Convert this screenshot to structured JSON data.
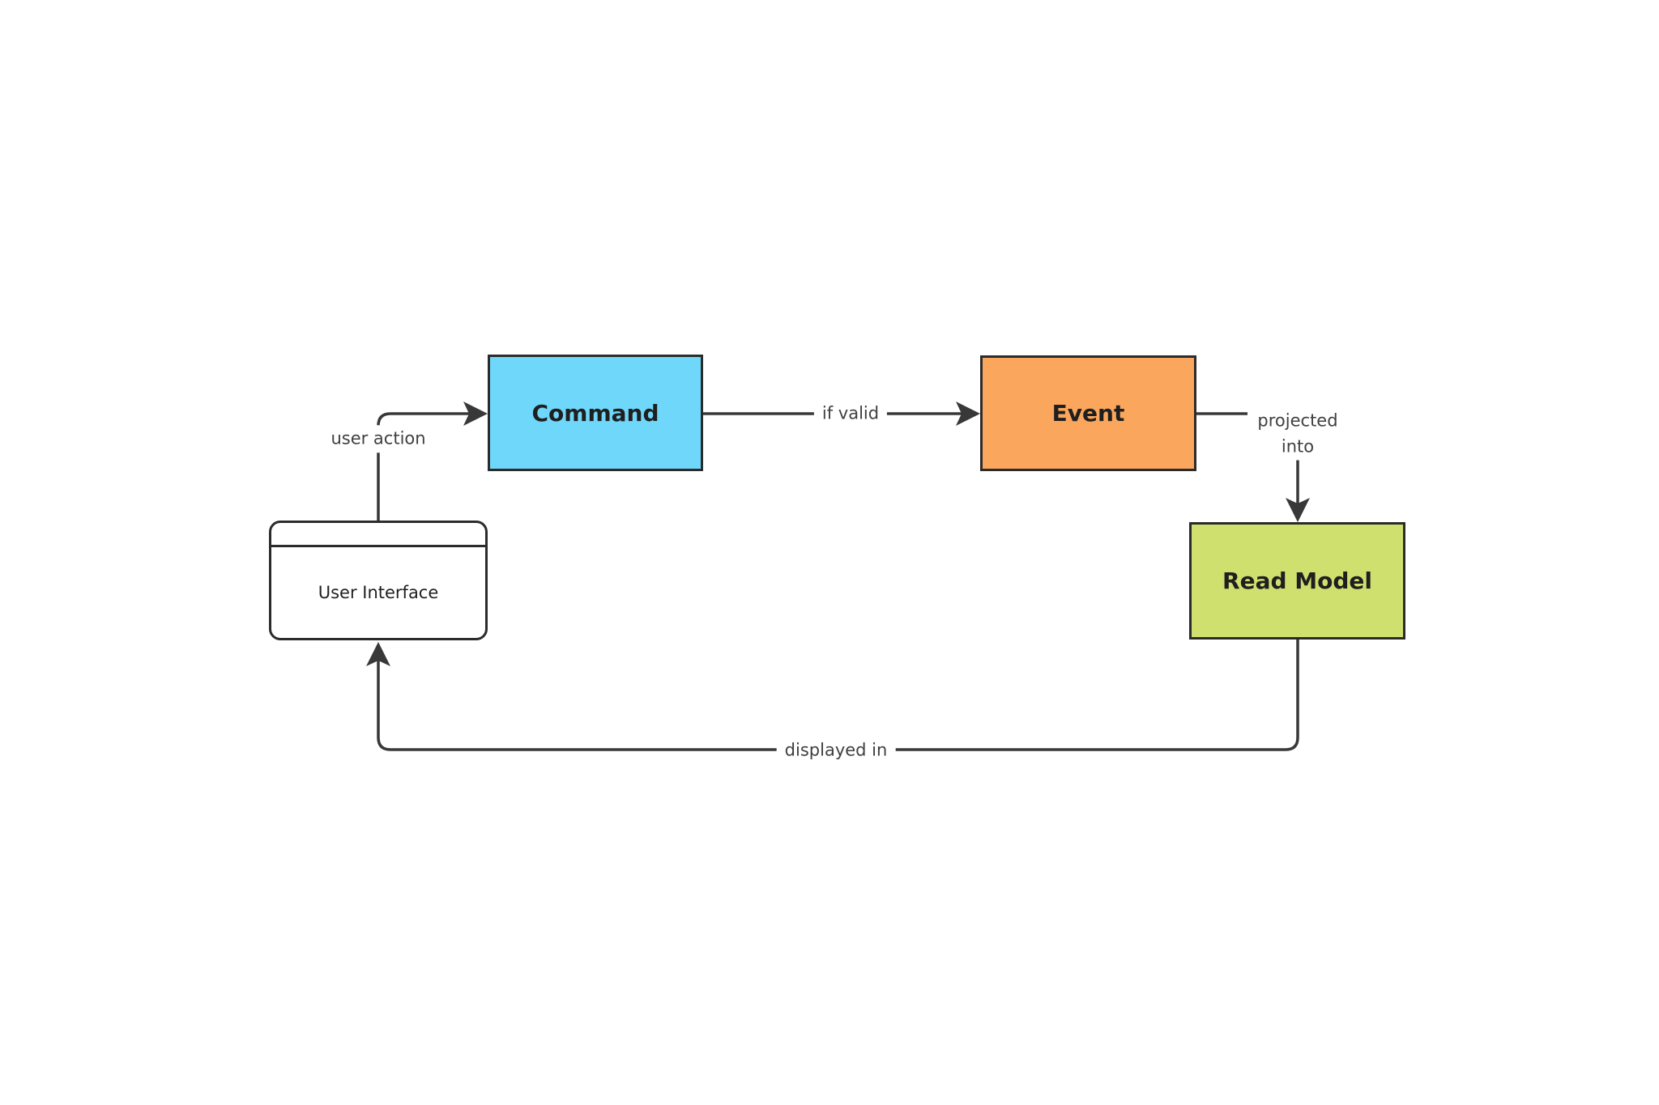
{
  "diagram": {
    "type": "flowchart",
    "nodes": [
      {
        "id": "command",
        "label": "Command",
        "shape": "rectangle"
      },
      {
        "id": "event",
        "label": "Event",
        "shape": "rectangle"
      },
      {
        "id": "read-model",
        "label": "Read Model",
        "shape": "rectangle"
      },
      {
        "id": "user-interface",
        "label": "User Interface",
        "shape": "rounded-window"
      }
    ],
    "edges": [
      {
        "from": "User Interface",
        "to": "Command",
        "label": "user action"
      },
      {
        "from": "Command",
        "to": "Event",
        "label": "if valid"
      },
      {
        "from": "Event",
        "to": "Read Model",
        "label": "projected into"
      },
      {
        "from": "Read Model",
        "to": "User Interface",
        "label": "displayed in"
      }
    ],
    "colors": {
      "background": "#ffffff",
      "edge_stroke": "#383838",
      "edge_label_text": "#404040",
      "node_border": "#2b2b2b",
      "node_text": "#1f1f1f",
      "command_fill": "#6fd7f9",
      "event_fill": "#faa65c",
      "read_model_fill": "#cfe06e",
      "user_interface_fill": "#ffffff"
    }
  }
}
